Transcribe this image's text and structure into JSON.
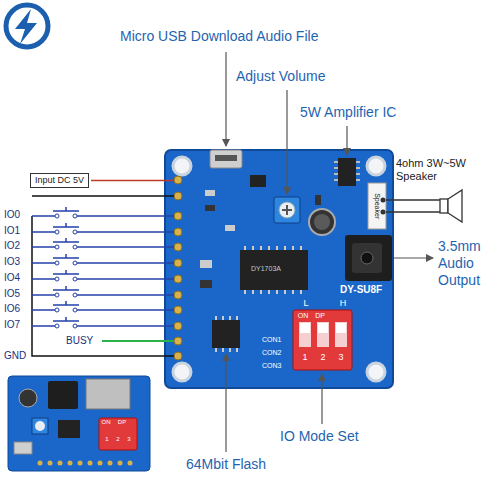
{
  "diagram": {
    "nodes": [
      {
        "text": [
          "Input DC 5V"
        ]
      }
    ],
    "labels": [
      "Micro USB Download Audio File",
      "Adjust Volume",
      "5W Amplifier IC",
      "4ohm 3W~5W Speaker",
      "3.5mm Audio Output",
      "IO0",
      "IO1",
      "IO2",
      "IO3",
      "IO4",
      "IO5",
      "IO6",
      "IO7",
      "BUSY",
      "GND",
      "DY-SU8F",
      "DY1703A",
      "L",
      "H",
      "ON",
      "DP",
      "1",
      "2",
      "3",
      "CON1",
      "CON2",
      "CON3",
      "Speaker",
      "IO Mode Set",
      "64Mbit Flash",
      "ON",
      "DP",
      "1",
      "2",
      "3"
    ]
  }
}
